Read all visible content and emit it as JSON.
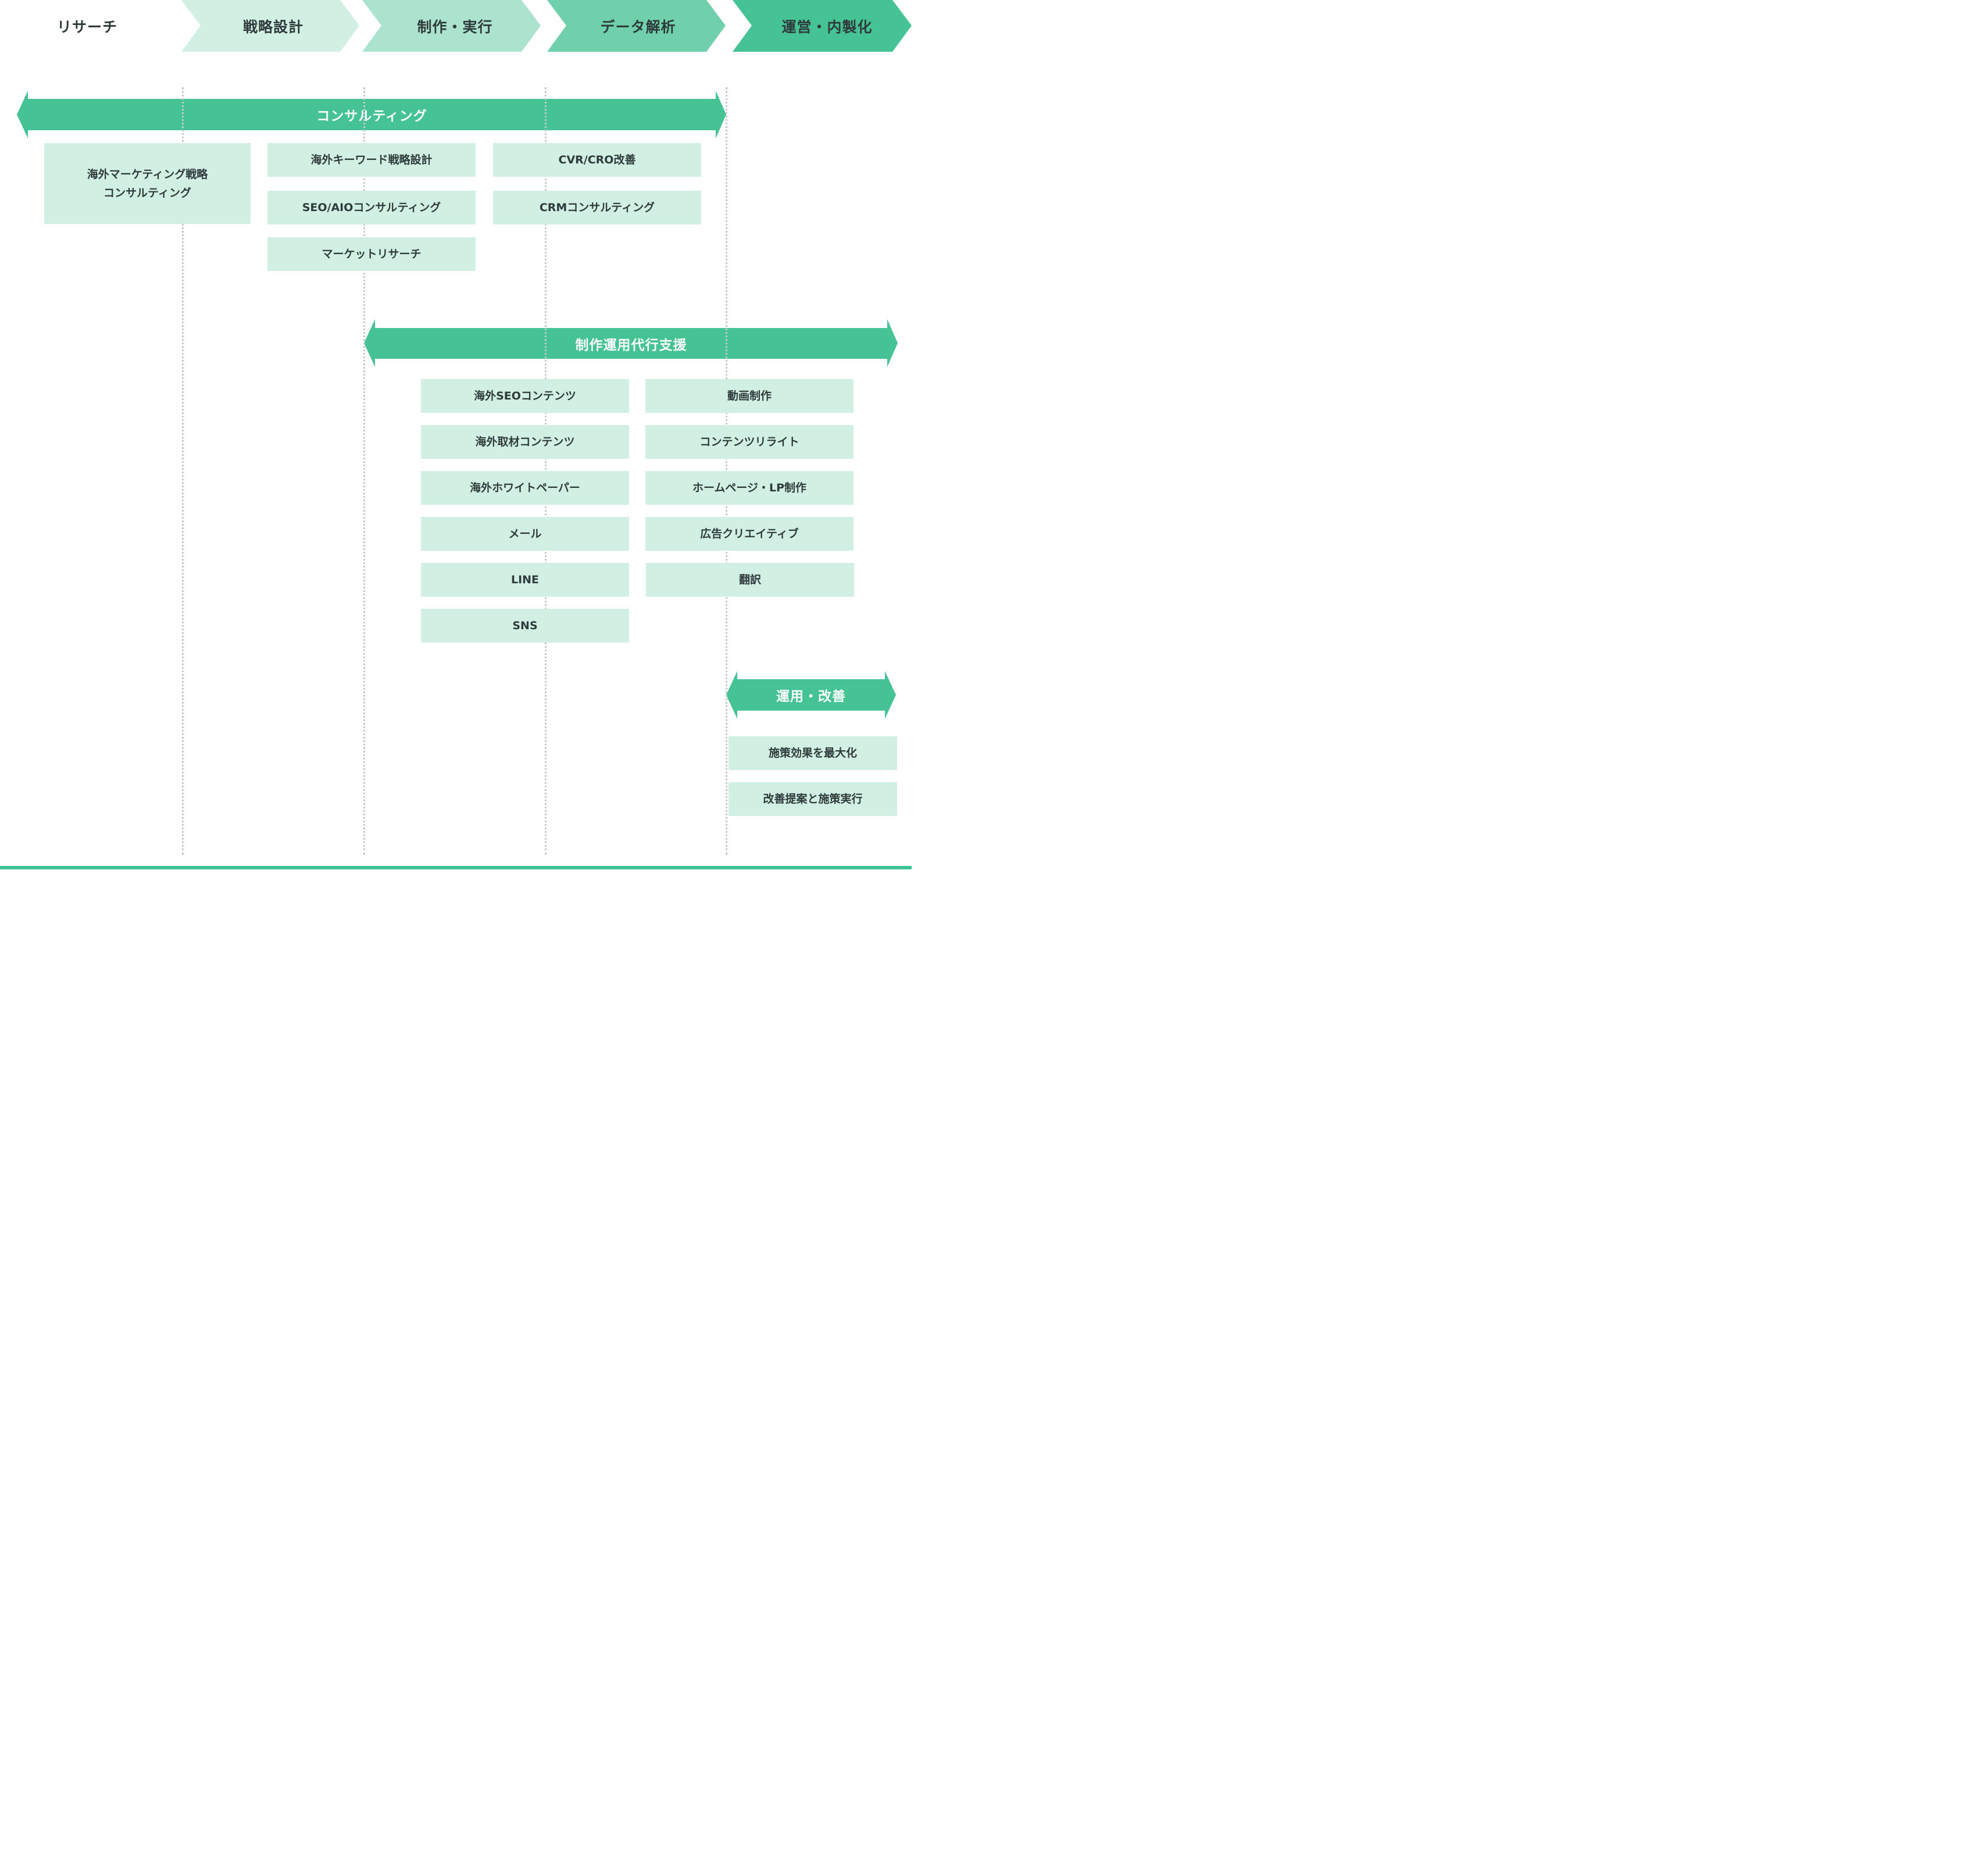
{
  "phases": [
    {
      "label": "リサーチ",
      "color": "#ffffff"
    },
    {
      "label": "戦略設計",
      "color": "#d1efe3"
    },
    {
      "label": "制作・実行",
      "color": "#ace3ce"
    },
    {
      "label": "データ解析",
      "color": "#6fd0ab"
    },
    {
      "label": "運営・内製化",
      "color": "#45c395"
    }
  ],
  "bands": {
    "consulting": "コンサルティング",
    "production": "制作運用代行支援",
    "operation": "運用・改善"
  },
  "consulting_items": {
    "strategy": "海外マーケティング戦略\nコンサルティング",
    "keyword": "海外キーワード戦略設計",
    "seo_aio": "SEO/AIOコンサルティング",
    "research": "マーケットリサーチ",
    "cvr": "CVR/CRO改善",
    "crm": "CRMコンサルティング"
  },
  "production_items": {
    "left": [
      "海外SEOコンテンツ",
      "海外取材コンテンツ",
      "海外ホワイトペーパー",
      "メール",
      "LINE",
      "SNS"
    ],
    "right": [
      "動画制作",
      "コンテンツリライト",
      "ホームページ・LP制作",
      "広告クリエイティブ",
      "翻訳"
    ]
  },
  "operation_items": [
    "施策効果を最大化",
    "改善提案と施策実行"
  ],
  "colors": {
    "accent": "#45c395",
    "box_fill": "#d1efe3",
    "text": "#2f3b3b",
    "divider": "#c4c9c9"
  }
}
